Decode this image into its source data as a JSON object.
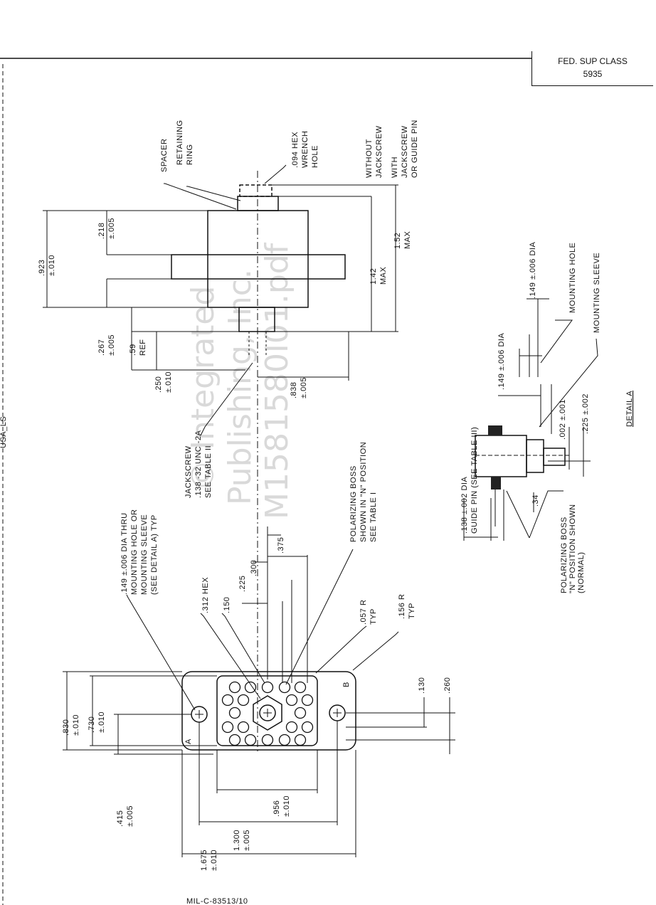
{
  "fed_sup_class": {
    "label": "FED. SUP CLASS",
    "value": "5935"
  },
  "top_view": {
    "spacer": "SPACER",
    "retaining_ring": [
      "RETAINING",
      "RING"
    ],
    "hex_wrench_hole": [
      ".094 HEX",
      "WRENCH",
      "HOLE"
    ],
    "without_jackscrew": [
      "WITHOUT",
      "JACKSCREW"
    ],
    "with_jackscrew": [
      "WITH",
      "JACKSCREW",
      "OR GUIDE PIN"
    ],
    "dim_218": [
      ".218",
      "±.005"
    ],
    "dim_923": [
      ".923",
      "±.010"
    ],
    "dim_142": [
      "1.42",
      "MAX"
    ],
    "dim_152": [
      "1.52",
      "MAX"
    ],
    "dim_267": [
      ".267",
      "±.005"
    ],
    "dim_59": [
      ".59",
      "REF"
    ],
    "dim_250": [
      ".250",
      "±.010"
    ],
    "dim_838": [
      ".838",
      "±.005"
    ],
    "jackscrew": [
      "JACKSCREW",
      ".138 -32 UNC -2A",
      "SEE TABLE II"
    ]
  },
  "front_view": {
    "mounting_hole": [
      ".149 ±.006 DIA THRU",
      "MOUNTING HOLE OR",
      "MOUNTING SLEEVE",
      "(SEE DETAIL A) TYP"
    ],
    "hex_312": ".312 HEX",
    "dim_150": ".150",
    "dim_225": ".225",
    "dim_300": ".300",
    "dim_375": ".375",
    "polarizing_boss": [
      "POLARIZING BOSS",
      "SHOWN IN \"N\" POSITION",
      "SEE TABLE I"
    ],
    "radius_057": [
      ".057 R",
      "TYP"
    ],
    "radius_156": [
      ".156 R",
      "TYP"
    ],
    "dim_830": [
      ".830",
      "±.010"
    ],
    "dim_730": [
      ".730",
      "±.010"
    ],
    "dim_415": [
      ".415",
      "±.005"
    ],
    "dim_956": [
      ".956",
      "±.010"
    ],
    "dim_1300": [
      "1.300",
      "±.005"
    ],
    "dim_1675": [
      "1.675",
      "±.010"
    ],
    "dim_130": ".130",
    "dim_260": ".260",
    "mark_a": "A",
    "mark_b": "B"
  },
  "detail_a": {
    "title": "DETAIL A",
    "mounting_hole_dia": [
      ".149 ±.006 DIA",
      "MOUNTING HOLE"
    ],
    "mounting_sleeve": "MOUNTING SLEEVE",
    "sleeve_dia": ".149 ±.006  DIA",
    "guide_pin": [
      ".138 ±.002 DIA",
      "GUIDE PIN (SEE TABLE III)"
    ],
    "dim_002": ".002 ±.001",
    "dim_225": ".225 ±.002",
    "dim_34": ".34",
    "polarizing_boss": [
      "POLARIZING BOSS",
      "\"N\" POSITION SHOWN",
      "(NORMAL)"
    ]
  },
  "bottom_ref": "MIL-C-83513/10",
  "left_ref": "USA_LS",
  "watermark": [
    "© Integrated",
    "Publishing, Inc.",
    "M1581580I01.pdf"
  ]
}
